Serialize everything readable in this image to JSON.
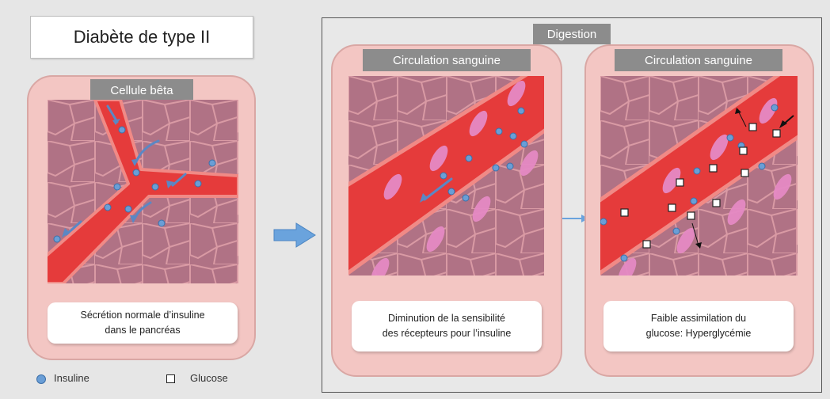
{
  "title": "Diabète de type II",
  "digestion_label": "Digestion",
  "panels": [
    {
      "label": "Cellule bêta",
      "caption_line1": "Sécrétion normale d’insuline",
      "caption_line2": "dans le pancréas"
    },
    {
      "label": "Circulation sanguine",
      "caption_line1": "Diminution de la sensibilité",
      "caption_line2": "des récepteurs pour l’insuline"
    },
    {
      "label": "Circulation sanguine",
      "caption_line1": "Faible assimilation du",
      "caption_line2": "glucose: Hyperglycémie"
    }
  ],
  "legend": {
    "insulin": "Insuline",
    "glucose": "Glucose"
  },
  "colors": {
    "tissue": "#b07285",
    "vessel": "#e53b3b",
    "vessel_edge": "#f08a86",
    "insulin": "#6a9ed6",
    "receptor": "#e58ac4",
    "arrow": "#5b87c4",
    "panel": "#f3c6c3"
  }
}
